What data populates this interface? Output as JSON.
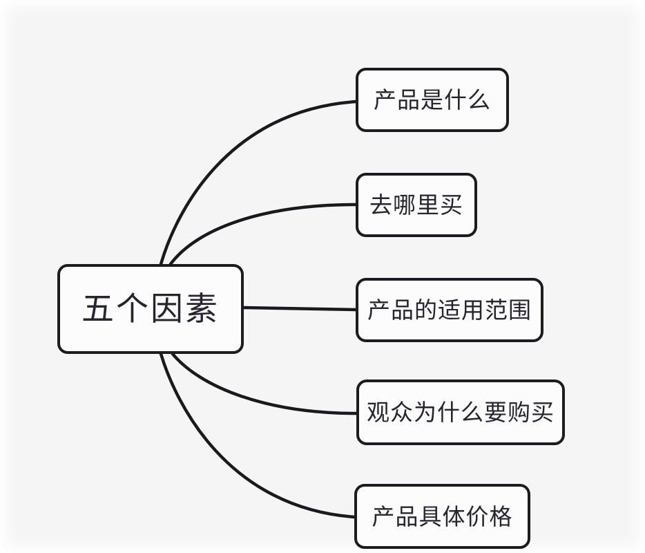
{
  "diagram": {
    "type": "mindmap",
    "root": {
      "label": "五个因素"
    },
    "children": [
      {
        "label": "产品是什么"
      },
      {
        "label": "去哪里买"
      },
      {
        "label": "产品的适用范围"
      },
      {
        "label": "观众为什么要购买"
      },
      {
        "label": "产品具体价格"
      }
    ],
    "colors": {
      "background": "#f5f5f6",
      "node_fill": "#fcfcfd",
      "node_border": "#1c1c1e",
      "connector": "#1a1a1c",
      "text": "#28242f"
    }
  }
}
